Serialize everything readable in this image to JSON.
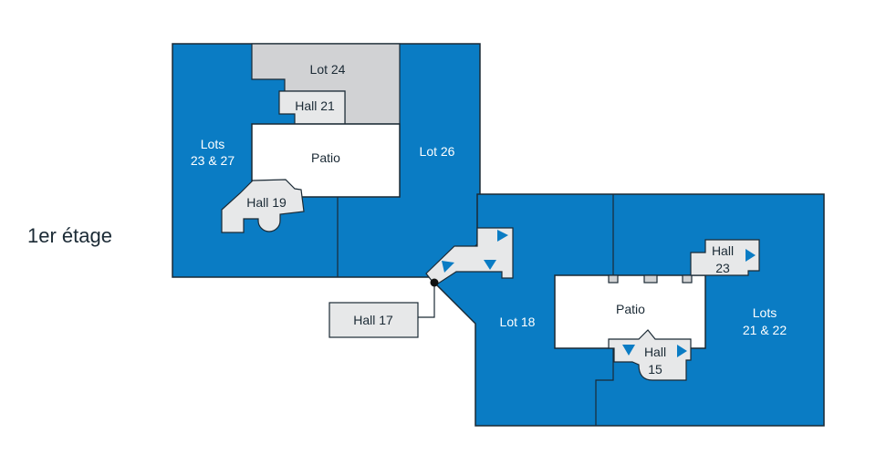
{
  "floor_label": "1er étage",
  "colors": {
    "lot": "#0a7cc4",
    "hall": "#e7e8e9",
    "lot_unavailable": "#d1d2d4",
    "patio": "#ffffff"
  },
  "units": {
    "lot24": "Lot 24",
    "hall21": "Hall 21",
    "lots23_27": [
      "Lots",
      "23 & 27"
    ],
    "patio_left": "Patio",
    "lot26": "Lot 26",
    "hall19": "Hall 19",
    "hall17": "Hall 17",
    "lot18": "Lot 18",
    "patio_right": "Patio",
    "hall23": [
      "Hall",
      "23"
    ],
    "lots21_22": [
      "Lots",
      "21 & 22"
    ],
    "hall15": [
      "Hall",
      "15"
    ]
  },
  "icons": {
    "entrance": "triangle-arrow"
  }
}
